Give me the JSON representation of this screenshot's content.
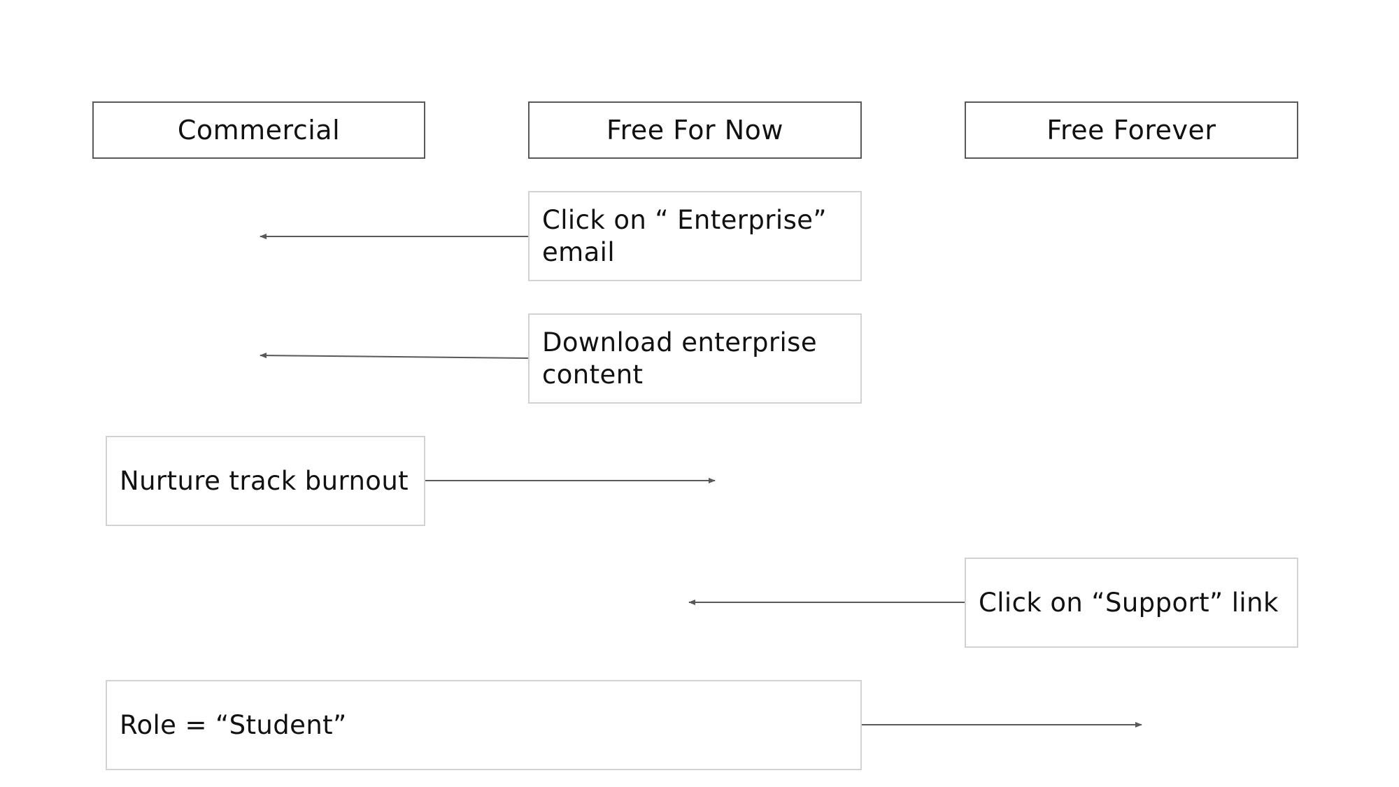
{
  "columns": {
    "commercial": "Commercial",
    "free_for_now": "Free For Now",
    "free_forever": "Free Forever"
  },
  "nodes": {
    "enterprise_email": "Click on “ Enterprise” email",
    "download_content": "Download enterprise content",
    "nurture_burnout": "Nurture track burnout",
    "support_link": "Click on “Support” link",
    "role_student": "Role = “Student”"
  },
  "colors": {
    "arrow": "#595959",
    "header_border": "#595959",
    "node_border": "#d2d2d2"
  }
}
